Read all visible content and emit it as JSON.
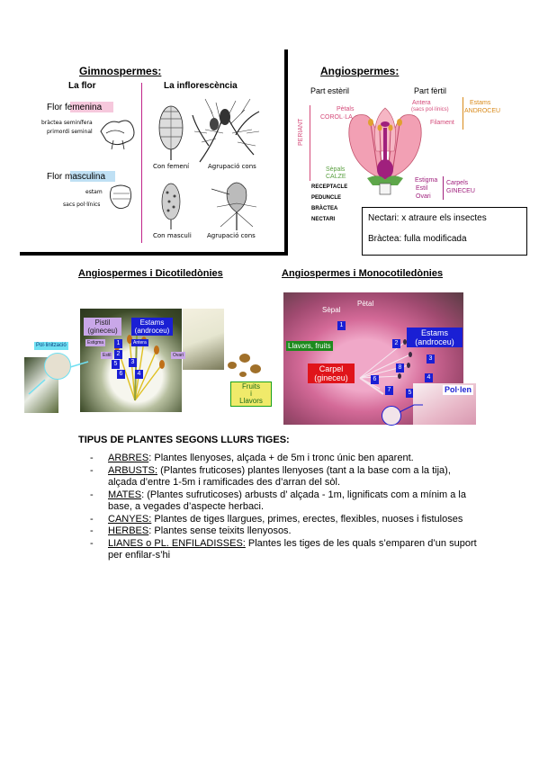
{
  "gymno": {
    "title": "Gimnospermes:",
    "flower_heading": "La flor",
    "inflorescence_heading": "La inflorescència",
    "female_flower": "Flor femenina",
    "bract_label": "bràctea seminífera",
    "primordium_label": "primordi seminal",
    "female_cone": "Con femení",
    "female_group": "Agrupació cons",
    "male_flower": "Flor masculina",
    "stamen_label": "estam",
    "pollen_sacs_label": "sacs pol·línics",
    "male_cone": "Con masculi",
    "male_group": "Agrupació cons"
  },
  "angio": {
    "title": "Angiospermes:",
    "sterile": "Part estèril",
    "fertile": "Part fèrtil",
    "petals": "Pètals",
    "corolla": "COROL·LA",
    "anther": "Antera",
    "anther_note": "(sacs pol·línics)",
    "filament": "Filament",
    "stamens": "Estams",
    "androecium": "ANDROCEU",
    "perianth": "PERIANT",
    "sepals": "Sèpals",
    "calyx": "CALZE",
    "stigma": "Estigma",
    "style": "Estil",
    "ovary": "Ovari",
    "carpels": "Carpels",
    "gynoecium": "GINECEU",
    "receptacle": "RECEPTACLE",
    "peduncle": "PEDUNCLE",
    "bract": "BRÀCTEA",
    "nectaries": "NECTARI",
    "note1": "Nectari: x atraure els insectes",
    "note2": "Bràctea: fulla modificada"
  },
  "dicot": {
    "title": "Angiospermes  i  Dicotiledònies",
    "pistil": "Pistil",
    "pistil_sub": "(gineceu)",
    "stamens": "Estams",
    "stamens_sub": "(androceu)",
    "stigma": "Estigma",
    "anther": "Antera",
    "style": "Estil",
    "ovary": "Ovari",
    "pollination": "Pol·linització",
    "fruits": "Fruits",
    "and": "i",
    "seeds": "Llavors",
    "numbers": [
      "1",
      "2",
      "3",
      "4",
      "5",
      "6"
    ]
  },
  "monocot": {
    "title": "Angiospermes i  Monocotiledònies",
    "sepal": "Sèpal",
    "petal": "Pètal",
    "stamens": "Estams",
    "stamens_sub": "(androceu)",
    "seeds_fruits": "Llavors, fruits",
    "carpel": "Carpel",
    "carpel_sub": "(gineceu)",
    "pollen": "Pol·len",
    "numbers": [
      "1",
      "2",
      "3",
      "4",
      "5",
      "6",
      "7",
      "8"
    ]
  },
  "plant_types": {
    "heading": "TIPUS DE PLANTES SEGONS LLURS TIGES:",
    "items": [
      {
        "term": "ARBRES",
        "sep": ":",
        "text": " Plantes llenyoses, alçada + de 5m i tronc únic ben aparent."
      },
      {
        "term": "ARBUSTS:",
        "sep": "",
        "text": " (Plantes fruticoses) plantes llenyoses (tant a la base com a la tija), alçada d’entre 1-5m  i ramificades des d’arran del sòl."
      },
      {
        "term": "MATES",
        "sep": ":",
        "text": " (Plantes sufruticoses) arbusts d’ alçada - 1m, lignificats com a mínim a la base, a vegades d’aspecte herbaci."
      },
      {
        "term": "CANYES:",
        "sep": "",
        "text": " Plantes de tiges llargues, primes, erectes, flexibles, nuoses i fistuloses"
      },
      {
        "term": "HERBES",
        "sep": ":",
        "text": " Plantes sense teixits llenyosos."
      },
      {
        "term": "LIANES o PL. ENFILADISSES:",
        "sep": "",
        "text": " Plantes les tiges de les quals s’emparen d’un suport per enfilar-s’hi"
      }
    ]
  },
  "colors": {
    "pink": "#d44a79",
    "orange": "#d98a1a",
    "magenta_pistil": "#a0207d",
    "blue_tag": "#1a1fd4"
  }
}
